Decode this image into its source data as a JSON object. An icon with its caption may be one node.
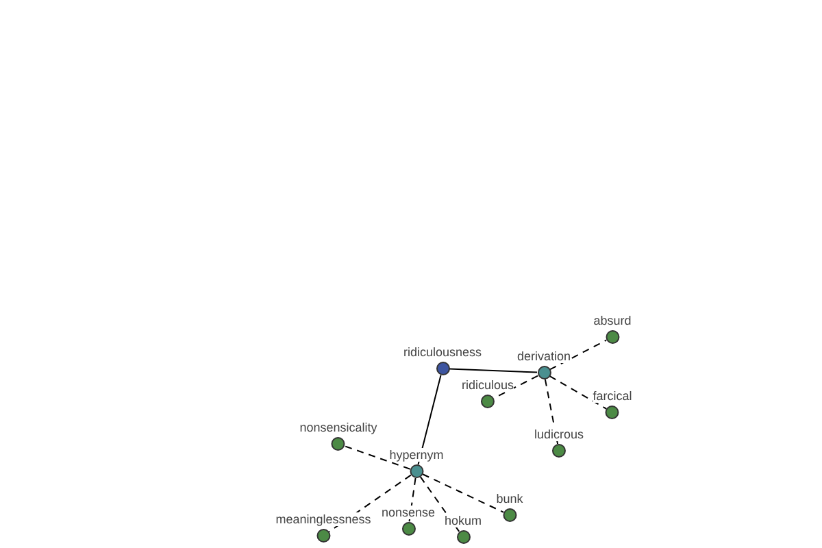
{
  "diagram": {
    "nodes": [
      {
        "text": [
          "ridiculousness"
        ]
      },
      {
        "text": [
          "derivation"
        ]
      },
      {
        "text": [
          "absurd"
        ]
      },
      {
        "text": [
          "ridiculous"
        ]
      },
      {
        "text": [
          "farcical"
        ]
      },
      {
        "text": [
          "ludicrous"
        ]
      },
      {
        "text": [
          "hypernym"
        ]
      },
      {
        "text": [
          "nonsensicality"
        ]
      },
      {
        "text": [
          "bunk"
        ]
      },
      {
        "text": [
          "nonsense"
        ]
      },
      {
        "text": [
          "meaninglessness"
        ]
      },
      {
        "text": [
          "hokum"
        ]
      }
    ],
    "edges": [
      {
        "from": 0,
        "to": 1,
        "arrow": "none"
      },
      {
        "from": 0,
        "to": 6,
        "arrow": "none"
      },
      {
        "from": 1,
        "to": 2,
        "arrow": "none",
        "style": "dashed"
      },
      {
        "from": 1,
        "to": 3,
        "arrow": "none",
        "style": "dashed"
      },
      {
        "from": 1,
        "to": 4,
        "arrow": "none",
        "style": "dashed"
      },
      {
        "from": 1,
        "to": 5,
        "arrow": "none",
        "style": "dashed"
      },
      {
        "from": 6,
        "to": 7,
        "arrow": "none",
        "style": "dashed"
      },
      {
        "from": 6,
        "to": 8,
        "arrow": "none",
        "style": "dashed"
      },
      {
        "from": 6,
        "to": 9,
        "arrow": "none",
        "style": "dashed"
      },
      {
        "from": 6,
        "to": 10,
        "arrow": "none",
        "style": "dashed"
      },
      {
        "from": 6,
        "to": 11,
        "arrow": "none",
        "style": "dashed"
      }
    ]
  }
}
